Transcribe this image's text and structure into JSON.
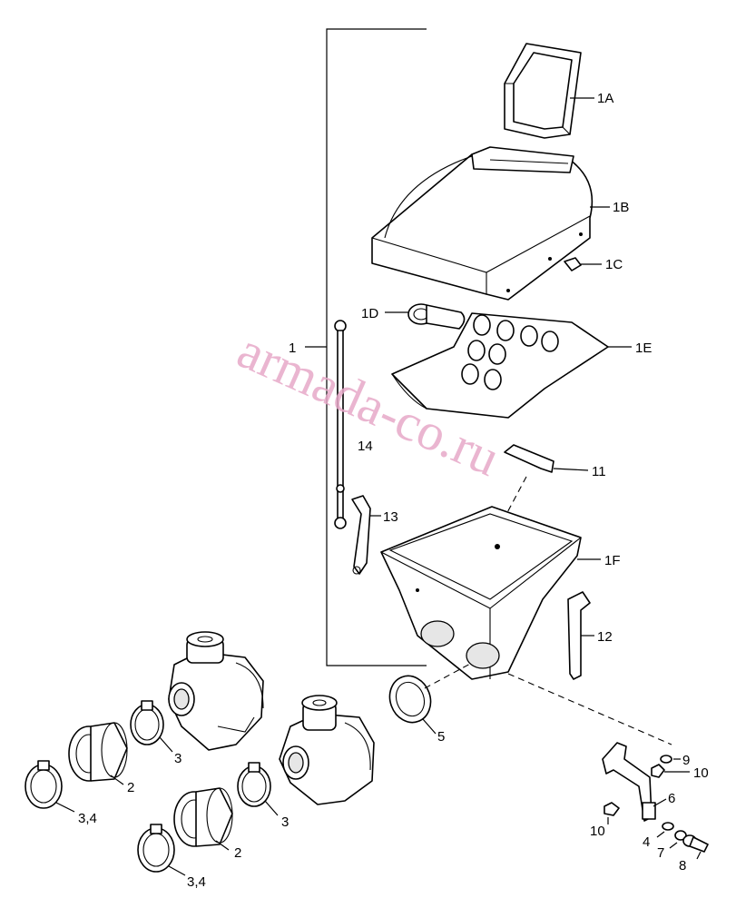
{
  "diagram": {
    "watermark": "armada-co.ru",
    "labels": {
      "l1": "1",
      "l1A": "1A",
      "l1B": "1B",
      "l1C": "1C",
      "l1D": "1D",
      "l1E": "1E",
      "l1F": "1F",
      "l2a": "2",
      "l2b": "2",
      "l3a": "3",
      "l3b": "3",
      "l34a": "3,4",
      "l34b": "3,4",
      "l4": "4",
      "l5": "5",
      "l6": "6",
      "l7": "7",
      "l8": "8",
      "l9": "9",
      "l10a": "10",
      "l10b": "10",
      "l11": "11",
      "l12": "12",
      "l13": "13",
      "l14": "14"
    }
  }
}
